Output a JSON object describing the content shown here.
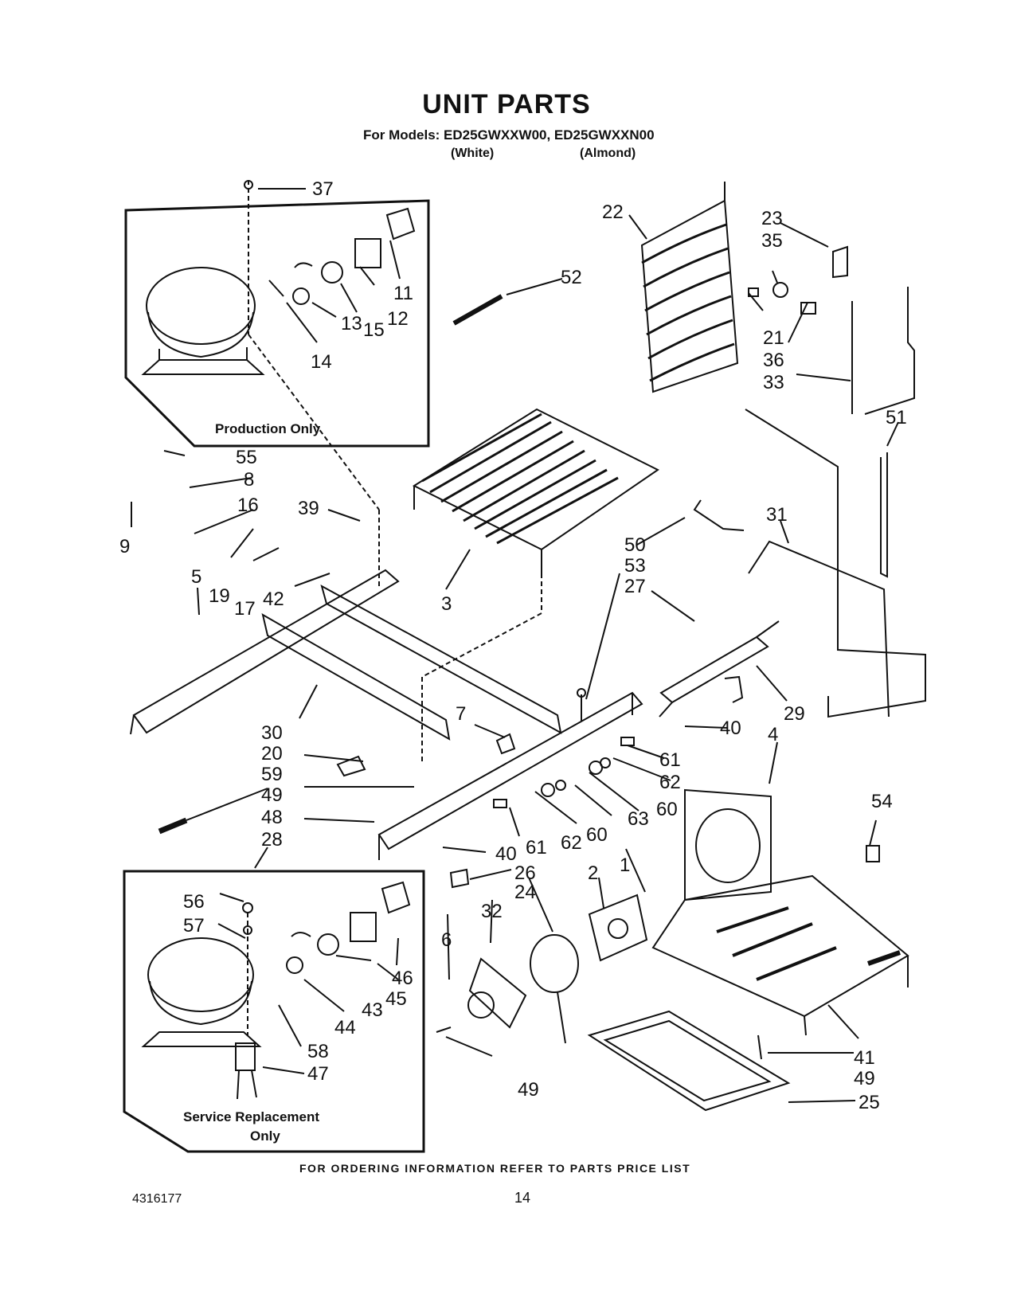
{
  "header": {
    "title": "UNIT PARTS",
    "models_line": "For Models: ED25GWXXW00, ED25GWXXN00",
    "color_white": "(White)",
    "color_almond": "(Almond)"
  },
  "insets": {
    "production_caption": "Production Only",
    "service_caption_1": "Service Replacement",
    "service_caption_2": "Only"
  },
  "callouts": {
    "c1": "1",
    "c2": "2",
    "c3": "3",
    "c4": "4",
    "c5": "5",
    "c6": "6",
    "c7": "7",
    "c8": "8",
    "c9": "9",
    "c11": "11",
    "c12": "12",
    "c13": "13",
    "c14": "14",
    "c15": "15",
    "c16": "16",
    "c17": "17",
    "c19": "19",
    "c20": "20",
    "c21": "21",
    "c22": "22",
    "c23": "23",
    "c24": "24",
    "c25": "25",
    "c26": "26",
    "c27": "27",
    "c28": "28",
    "c29": "29",
    "c30": "30",
    "c31": "31",
    "c32": "32",
    "c33": "33",
    "c35": "35",
    "c36": "36",
    "c37": "37",
    "c39": "39",
    "c40": "40",
    "c41": "41",
    "c42": "42",
    "c43": "43",
    "c44": "44",
    "c45": "45",
    "c46": "46",
    "c47": "47",
    "c48": "48",
    "c49": "49",
    "c50": "50",
    "c51": "51",
    "c52": "52",
    "c53": "53",
    "c54": "54",
    "c55": "55",
    "c56": "56",
    "c57": "57",
    "c58": "58",
    "c59": "59",
    "c60": "60",
    "c61": "61",
    "c62": "62",
    "c63": "63"
  },
  "footer": {
    "ordering_info": "FOR ORDERING INFORMATION REFER TO PARTS PRICE LIST",
    "document_number": "4316177",
    "page_number": "14"
  },
  "colors": {
    "ink": "#111111",
    "paper": "#ffffff"
  }
}
